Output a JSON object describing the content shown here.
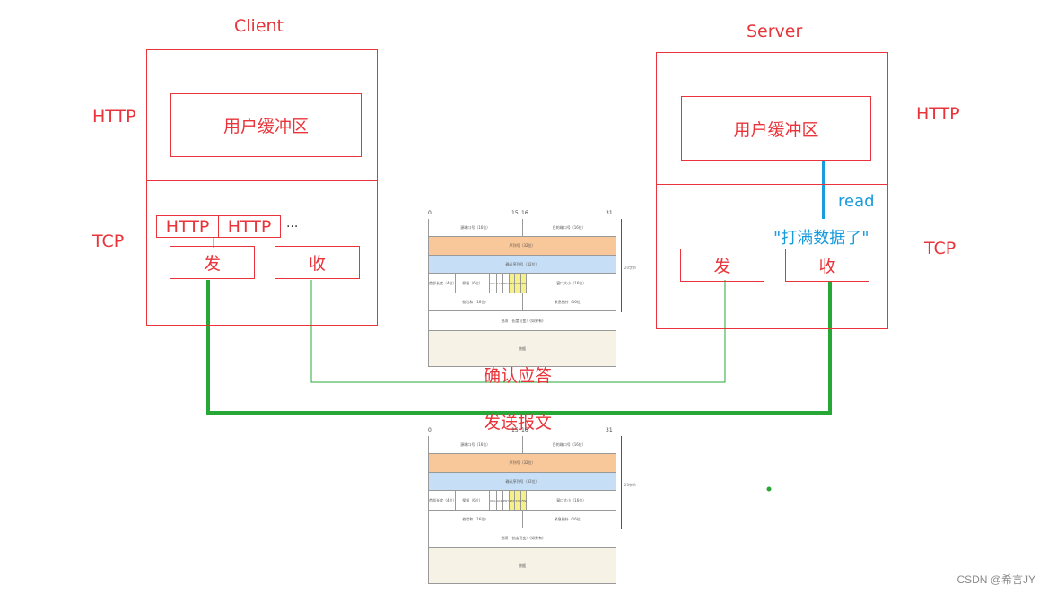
{
  "client": {
    "title": "Client",
    "http_label": "HTTP",
    "tcp_label": "TCP",
    "user_buffer": "用户缓冲区",
    "segments": [
      "HTTP",
      "HTTP"
    ],
    "ellipsis": "...",
    "send": "发",
    "recv": "收"
  },
  "server": {
    "title": "Server",
    "http_label": "HTTP",
    "tcp_label": "TCP",
    "user_buffer": "用户缓冲区",
    "read_label": "read",
    "full_label": "\"打满数据了\"",
    "send": "发",
    "recv": "收"
  },
  "ack_label": "确认应答",
  "send_msg_label": "发送报文",
  "tcp_header": {
    "bit_labels": [
      "0",
      "15",
      "16",
      "31"
    ],
    "src_port": "源端口号（16位）",
    "dst_port": "目的端口号（16位）",
    "seq": "序列号（32位）",
    "ack": "确认序列号（32位）",
    "hdr_len": "首部长度（4位）",
    "reserved": "保留（6位）",
    "flags": [
      "URG",
      "ACK",
      "PSH",
      "RST",
      "SYN",
      "FIN"
    ],
    "window": "窗口大小（16位）",
    "checksum": "校验和（16位）",
    "urgent": "紧急指针（16位）",
    "options": "选项（长度可变）(如果有)",
    "data": "数据",
    "side_label": "20字节"
  },
  "colors": {
    "red": "#e8343a",
    "green": "#27a836",
    "blue": "#1a9bdc",
    "orange_row": "#f8c79a",
    "blue_row": "#c6dff6",
    "data_row": "#f6f3e6"
  },
  "watermark": "CSDN @希言JY"
}
